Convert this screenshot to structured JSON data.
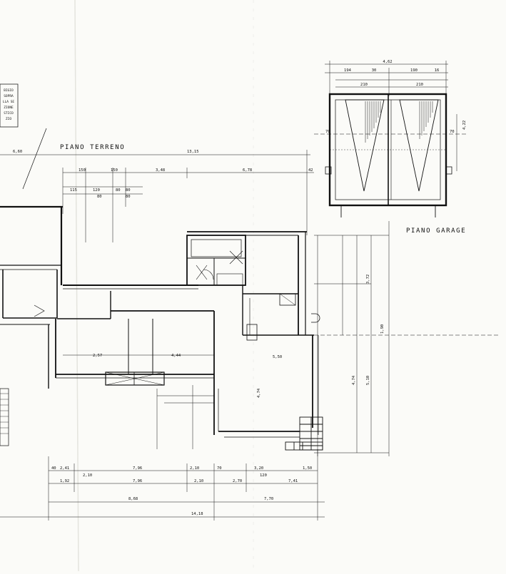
{
  "labels": {
    "ground_floor": "PIANO TERRENO",
    "garage_floor": "PIANO GARAGE"
  },
  "stamp_lines": [
    "BIGIO",
    "SOPRA",
    "LLA SE",
    "ZIONE",
    "STICO",
    "ZIO"
  ],
  "dimensions": {
    "top_left": "6,60",
    "top_total": "13,15",
    "top_right": "6,78",
    "top_edge": "42",
    "top_row2": [
      "150",
      "150",
      "3,48"
    ],
    "top_row3": [
      "115",
      "120",
      "80",
      "80",
      "80",
      "80"
    ],
    "garage_top": "4,62",
    "garage_row2": [
      "194",
      "30",
      "190",
      "16"
    ],
    "garage_row3": [
      "210",
      "210"
    ],
    "garage_side": [
      "70",
      "70",
      "4,22"
    ],
    "room_a": "2,57",
    "room_b": "4,44",
    "room_c": "5,50",
    "room_d": "4,74",
    "right_vertical": [
      "3,72",
      "1,90",
      "4,74",
      "5,10"
    ],
    "bottom_row1": [
      "40",
      "2,41",
      "7,96",
      "2,10",
      "70",
      "3,20",
      "1,50"
    ],
    "bottom_row2": [
      "2,10",
      "120"
    ],
    "bottom_row3": [
      "1,92",
      "7,96",
      "2,10",
      "2,70",
      "7,41"
    ],
    "bottom_row4": [
      "8,68",
      "7,70"
    ],
    "bottom_total": "14,18"
  }
}
